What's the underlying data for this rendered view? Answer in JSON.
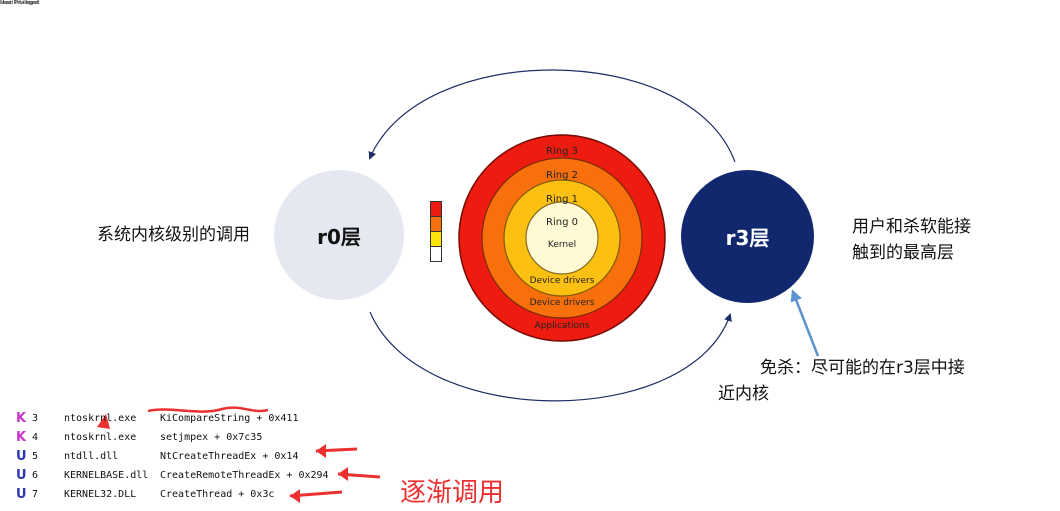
{
  "nodes": {
    "r0": "r0层",
    "r3": "r3层"
  },
  "captions": {
    "left": "系统内核级别的调用",
    "right": "用户和杀软能接触到的最高层",
    "bypass_line1": "免杀：尽可能的在r3层中接",
    "bypass_line2": "近内核"
  },
  "rings": {
    "labels": [
      "Ring 3",
      "Ring 2",
      "Ring 1",
      "Ring 0"
    ],
    "core": "Kernel",
    "inner_bottom": "Device drivers",
    "middle_bottom": "Device drivers",
    "outer_bottom": "Applications",
    "legend_top": "Least Privileged",
    "legend_bottom": "Most Privileged",
    "colors": [
      "#ee1b10",
      "#f7700c",
      "#fbc012",
      "#fff9d4",
      "#ffffff"
    ]
  },
  "call_stack": [
    {
      "mode": "K",
      "index": "3",
      "module": "ntoskrnl.exe",
      "function": "KiCompareString + 0x411"
    },
    {
      "mode": "K",
      "index": "4",
      "module": "ntoskrnl.exe",
      "function": "setjmpex + 0x7c35"
    },
    {
      "mode": "U",
      "index": "5",
      "module": "ntdll.dll",
      "function": "NtCreateThreadEx + 0x14"
    },
    {
      "mode": "U",
      "index": "6",
      "module": "KERNELBASE.dll",
      "function": "CreateRemoteThreadEx + 0x294"
    },
    {
      "mode": "U",
      "index": "7",
      "module": "KERNEL32.DLL",
      "function": "CreateThread + 0x3c"
    }
  ],
  "annotation": "逐渐调用",
  "colors": {
    "r0_fill": "#e6e8f1",
    "r3_fill": "#11286e",
    "arc_stroke": "#1f2f66",
    "pointer": "#5b94cf",
    "annotation": "#ea3030",
    "kernel_mode": "#c435c8",
    "user_mode": "#2a37b0"
  }
}
